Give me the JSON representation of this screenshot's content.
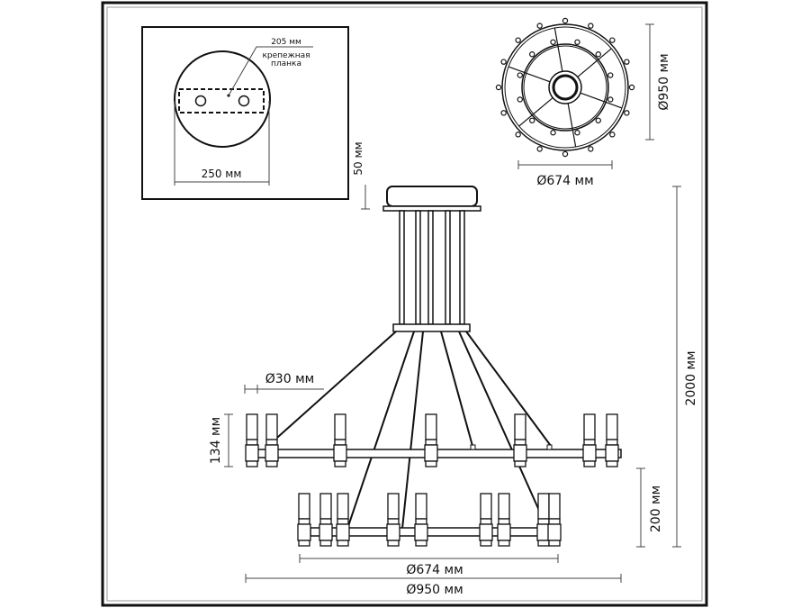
{
  "mount_detail": {
    "plate_size": "205 мм",
    "plate_label_1": "крепежная",
    "plate_label_2": "планка",
    "canopy_diameter": "250 мм"
  },
  "canopy_height": "50 мм",
  "top_view": {
    "outer_diameter": "Ø950 мм",
    "inner_diameter": "Ø674 мм"
  },
  "side_view": {
    "lamp_diameter": "Ø30 мм",
    "lamp_height": "134 мм",
    "total_height": "2000 мм",
    "ring_spacing": "200 мм",
    "inner_ring_diameter": "Ø674 мм",
    "outer_ring_diameter": "Ø950 мм"
  },
  "upper_lamps": [
    280,
    302,
    378,
    479,
    578,
    655,
    680
  ],
  "lower_lamps": [
    338,
    362,
    381,
    437,
    468,
    540,
    560,
    604,
    616
  ]
}
